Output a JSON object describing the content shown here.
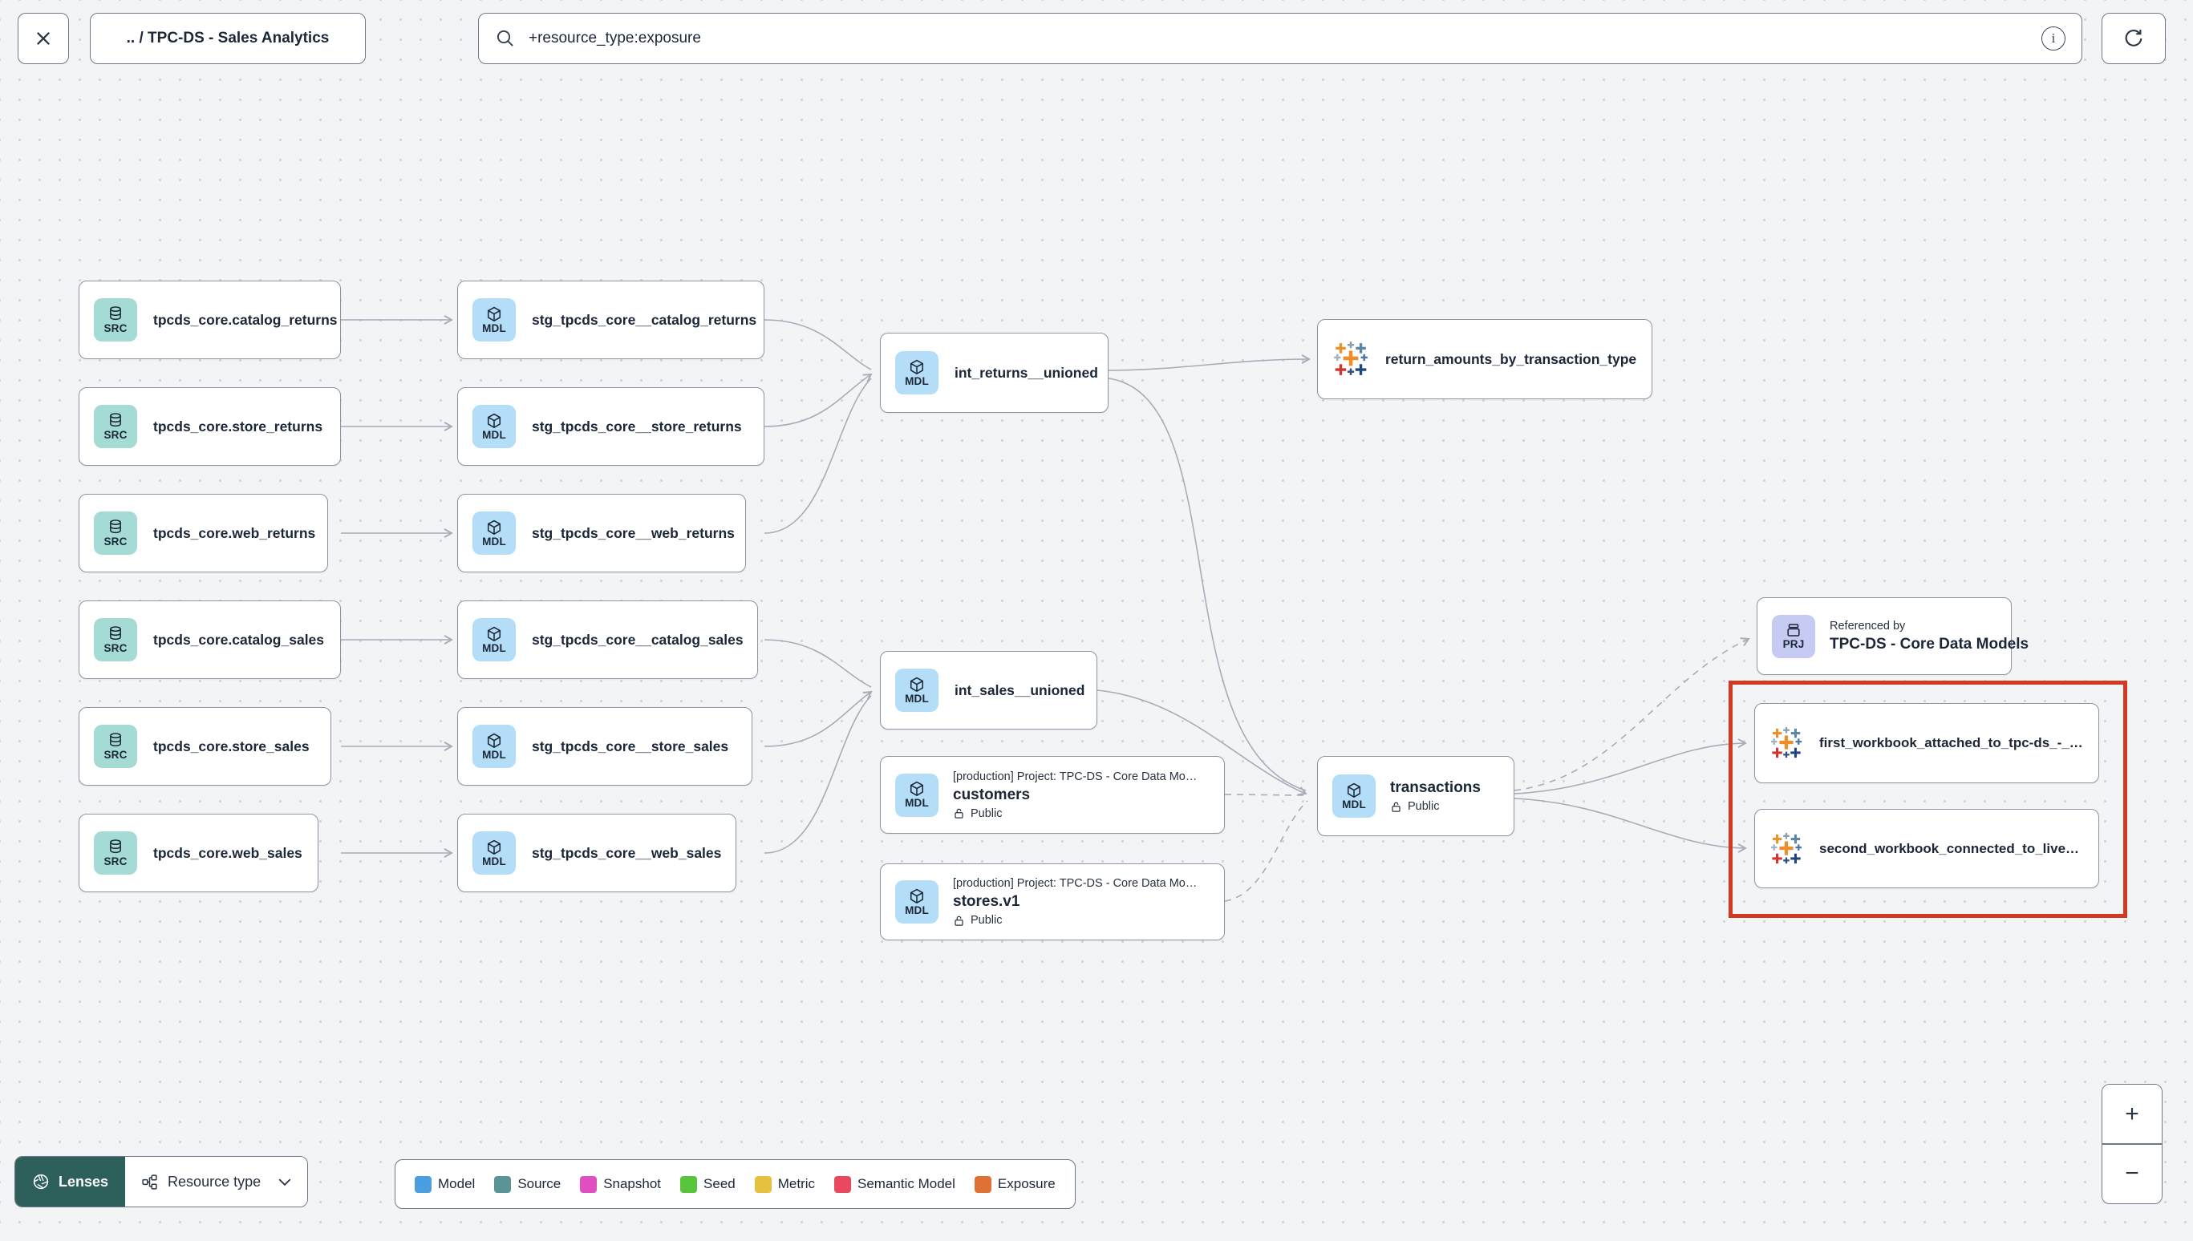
{
  "header": {
    "breadcrumb": ".. / TPC-DS - Sales Analytics",
    "search": {
      "value": "+resource_type:exposure",
      "placeholder": ""
    }
  },
  "badges": {
    "source": "SRC",
    "model": "MDL",
    "project": "PRJ"
  },
  "icons": {
    "close": "x-cross",
    "search": "magnifier",
    "info": "i",
    "refresh": "circular-arrow",
    "lenses": "aperture",
    "resource_type": "hierarchy-squares",
    "chevron_down": "chevron",
    "source": "database-cylinder",
    "model": "cube",
    "project": "archive-box",
    "exposure": "tableau-sparks",
    "public": "open-padlock"
  },
  "info_glyph": "i",
  "nodes": {
    "sources": [
      {
        "label": "tpcds_core.catalog_returns"
      },
      {
        "label": "tpcds_core.store_returns"
      },
      {
        "label": "tpcds_core.web_returns"
      },
      {
        "label": "tpcds_core.catalog_sales"
      },
      {
        "label": "tpcds_core.store_sales"
      },
      {
        "label": "tpcds_core.web_sales"
      }
    ],
    "staging": [
      {
        "label": "stg_tpcds_core__catalog_returns"
      },
      {
        "label": "stg_tpcds_core__store_returns"
      },
      {
        "label": "stg_tpcds_core__web_returns"
      },
      {
        "label": "stg_tpcds_core__catalog_sales"
      },
      {
        "label": "stg_tpcds_core__store_sales"
      },
      {
        "label": "stg_tpcds_core__web_sales"
      }
    ],
    "intermediate": [
      {
        "label": "int_returns__unioned"
      },
      {
        "label": "int_sales__unioned"
      }
    ],
    "cross_project": [
      {
        "project": "[production] Project: TPC-DS - Core Data Mo…",
        "label": "customers",
        "access": "Public"
      },
      {
        "project": "[production] Project: TPC-DS - Core Data Mo…",
        "label": "stores.v1",
        "access": "Public"
      }
    ],
    "marts": [
      {
        "label": "transactions",
        "access": "Public"
      }
    ],
    "exposures": [
      {
        "label": "return_amounts_by_transaction_type"
      },
      {
        "label": "first_workbook_attached_to_tpc-ds_-_…"
      },
      {
        "label": "second_workbook_connected_to_live…"
      }
    ],
    "referenced_by": {
      "title": "Referenced by",
      "label": "TPC-DS - Core Data Models"
    }
  },
  "footer": {
    "lenses_label": "Lenses",
    "resource_type_label": "Resource type",
    "legend": [
      {
        "label": "Model",
        "color": "#4a9ee2"
      },
      {
        "label": "Source",
        "color": "#5b9494"
      },
      {
        "label": "Snapshot",
        "color": "#df4fc0"
      },
      {
        "label": "Seed",
        "color": "#57c43b"
      },
      {
        "label": "Metric",
        "color": "#e5c13d"
      },
      {
        "label": "Semantic Model",
        "color": "#e8495f"
      },
      {
        "label": "Exposure",
        "color": "#df7036"
      }
    ]
  },
  "zoom_controls": {
    "zoom_in": "+",
    "zoom_out": "−"
  },
  "colors": {
    "highlight": "#d23b21",
    "source_badge": "#a5dbd5",
    "model_badge": "#b4ddf8",
    "project_badge": "#c6cbf4",
    "lenses_bg": "#2d5f5b"
  }
}
